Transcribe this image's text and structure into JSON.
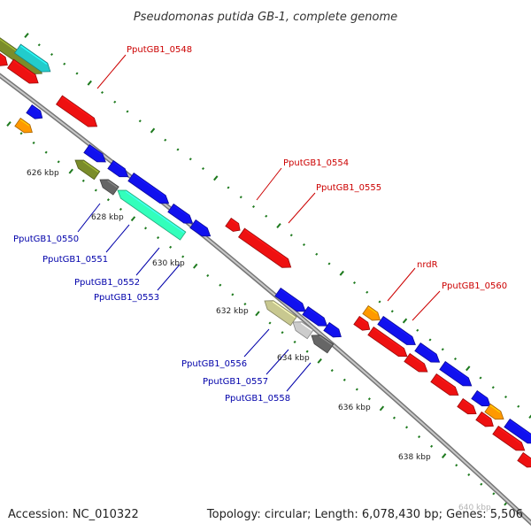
{
  "title": "Pseudomonas putida GB-1, complete genome",
  "footer": {
    "accession": "Accession: NC_010322",
    "topology": "Topology: circular; Length: 6,078,430 bp; Genes: 5,506"
  },
  "colors": {
    "backbone": "#8c8c8c",
    "forward_label": "#cc0000",
    "reverse_label": "#0000aa",
    "tick": "#1e7a1e",
    "red_gene": "#ee1111",
    "blue_gene": "#1111ee",
    "orange_gene": "#ff9900",
    "olive_gene": "#7a8c2a",
    "cyan_gene": "#22cccc",
    "mint_gene": "#33ffbb",
    "gray_gene": "#666666",
    "khaki_gene": "#c8c890",
    "silver_gene": "#cccccc"
  },
  "ticks": [
    "626 kbp",
    "628 kbp",
    "630 kbp",
    "632 kbp",
    "634 kbp",
    "636 kbp",
    "638 kbp",
    "640 kbp"
  ],
  "gene_labels": {
    "forward": [
      "PputGB1_0548",
      "PputGB1_0554",
      "PputGB1_0555",
      "nrdR",
      "PputGB1_0560"
    ],
    "reverse": [
      "PputGB1_0550",
      "PputGB1_0551",
      "PputGB1_0552",
      "PputGB1_0553",
      "PputGB1_0556",
      "PputGB1_0557",
      "PputGB1_0558"
    ]
  }
}
